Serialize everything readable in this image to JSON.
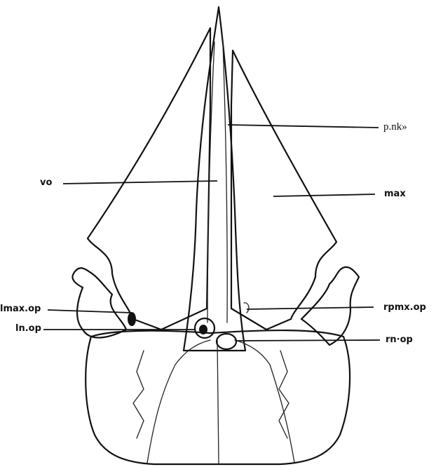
{
  "labels": {
    "p_nk": "p.nk»",
    "vo": "vo",
    "max": "max",
    "lmax_op": "lmax.op",
    "rpmx_op": "rpmx.op",
    "ln_op": "ln.op",
    "rn_op": "rn·op"
  },
  "colors": {
    "ink": "#111111",
    "background": "#ffffff"
  }
}
